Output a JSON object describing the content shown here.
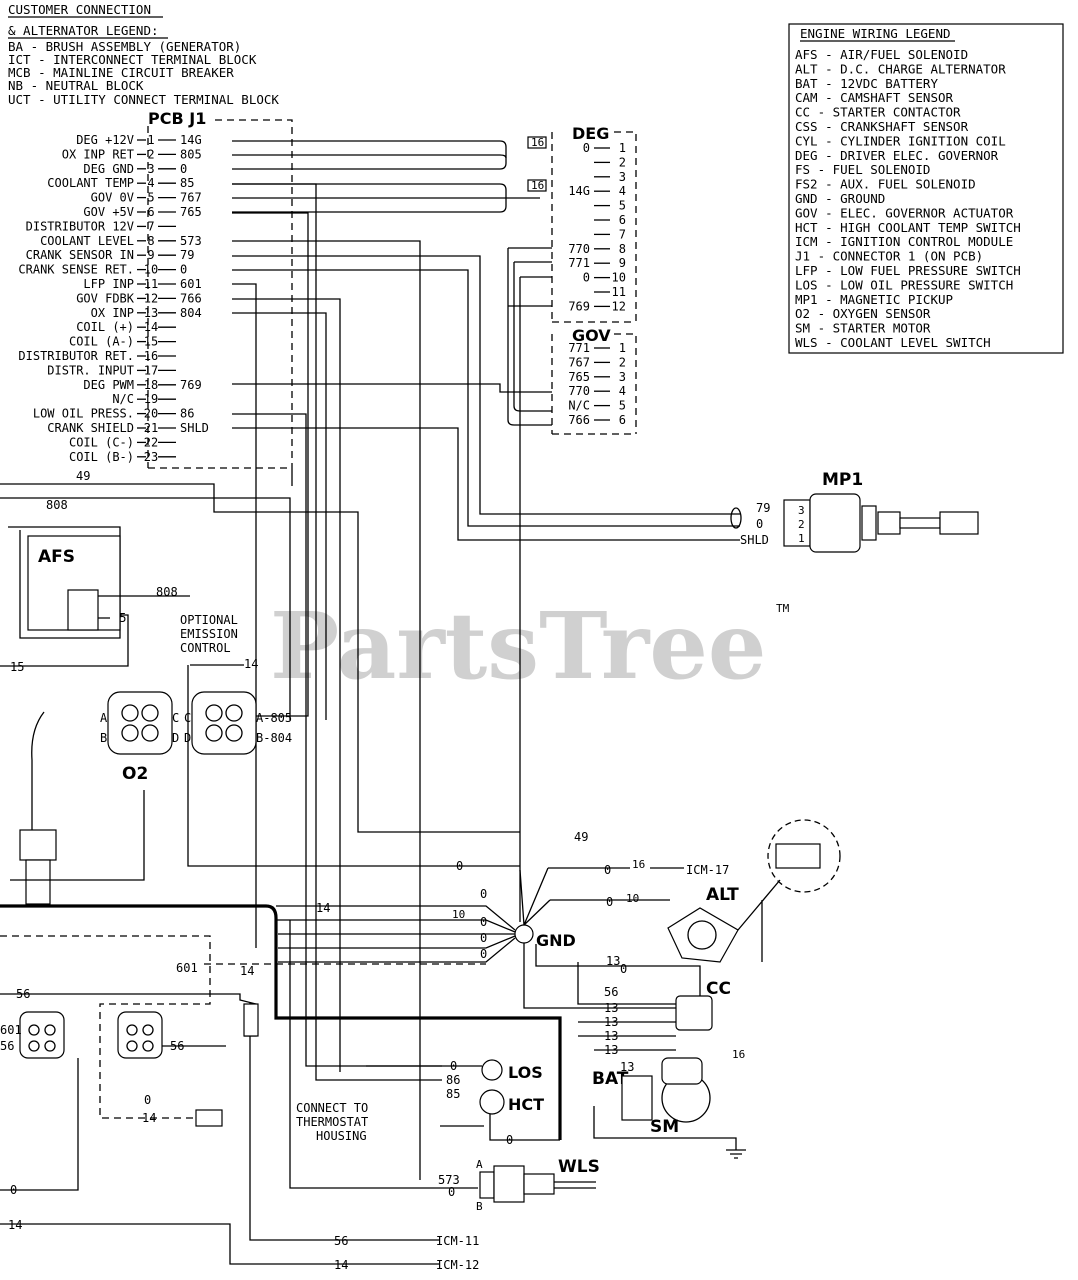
{
  "customer_legend": {
    "title_line1": "CUSTOMER CONNECTION",
    "title_line2": "& ALTERNATOR LEGEND:",
    "items": [
      "BA  - BRUSH ASSEMBLY (GENERATOR)",
      "ICT - INTERCONNECT TERMINAL BLOCK",
      "MCB - MAINLINE CIRCUIT BREAKER",
      "NB  - NEUTRAL BLOCK",
      "UCT - UTILITY CONNECT TERMINAL BLOCK"
    ]
  },
  "engine_legend": {
    "title": "ENGINE WIRING LEGEND",
    "items": [
      "AFS - AIR/FUEL SOLENOID",
      "ALT - D.C. CHARGE ALTERNATOR",
      "BAT - 12VDC BATTERY",
      "CAM - CAMSHAFT SENSOR",
      "CC  - STARTER CONTACTOR",
      "CSS - CRANKSHAFT SENSOR",
      "CYL - CYLINDER IGNITION COIL",
      "DEG - DRIVER ELEC. GOVERNOR",
      "FS  - FUEL SOLENOID",
      "FS2 - AUX. FUEL SOLENOID",
      "GND - GROUND",
      "GOV - ELEC. GOVERNOR ACTUATOR",
      "HCT - HIGH COOLANT TEMP SWITCH",
      "ICM - IGNITION CONTROL MODULE",
      "J1  - CONNECTOR 1 (ON PCB)",
      "LFP - LOW FUEL PRESSURE SWITCH",
      "LOS - LOW OIL PRESSURE SWITCH",
      "MP1 - MAGNETIC PICKUP",
      "O2  - OXYGEN SENSOR",
      "SM  - STARTER MOTOR",
      "WLS - COOLANT LEVEL SWITCH"
    ]
  },
  "pcb": {
    "title": "PCB J1",
    "pins": [
      {
        "label": "DEG +12V",
        "num": "1",
        "wire": "14G"
      },
      {
        "label": "OX INP RET",
        "num": "2",
        "wire": "805"
      },
      {
        "label": "DEG GND",
        "num": "3",
        "wire": "0"
      },
      {
        "label": "COOLANT TEMP",
        "num": "4",
        "wire": "85"
      },
      {
        "label": "GOV 0V",
        "num": "5",
        "wire": "767"
      },
      {
        "label": "GOV +5V",
        "num": "6",
        "wire": "765"
      },
      {
        "label": "DISTRIBUTOR 12V",
        "num": "7",
        "wire": ""
      },
      {
        "label": "COOLANT LEVEL",
        "num": "8",
        "wire": "573"
      },
      {
        "label": "CRANK SENSOR IN",
        "num": "9",
        "wire": "79"
      },
      {
        "label": "CRANK SENSE RET.",
        "num": "10",
        "wire": "0"
      },
      {
        "label": "LFP INP",
        "num": "11",
        "wire": "601"
      },
      {
        "label": "GOV FDBK",
        "num": "12",
        "wire": "766"
      },
      {
        "label": "OX INP",
        "num": "13",
        "wire": "804"
      },
      {
        "label": "COIL (+)",
        "num": "14",
        "wire": ""
      },
      {
        "label": "COIL (A-)",
        "num": "15",
        "wire": ""
      },
      {
        "label": "DISTRIBUTOR RET.",
        "num": "16",
        "wire": ""
      },
      {
        "label": "DISTR. INPUT",
        "num": "17",
        "wire": ""
      },
      {
        "label": "DEG PWM",
        "num": "18",
        "wire": "769"
      },
      {
        "label": "N/C",
        "num": "19",
        "wire": ""
      },
      {
        "label": "LOW OIL PRESS.",
        "num": "20",
        "wire": "86"
      },
      {
        "label": "CRANK SHIELD",
        "num": "21",
        "wire": "SHLD"
      },
      {
        "label": "COIL (C-)",
        "num": "22",
        "wire": ""
      },
      {
        "label": "COIL (B-)",
        "num": "23",
        "wire": ""
      }
    ]
  },
  "deg": {
    "title": "DEG",
    "pins": [
      {
        "num": "1",
        "wire": "0"
      },
      {
        "num": "2",
        "wire": ""
      },
      {
        "num": "3",
        "wire": ""
      },
      {
        "num": "4",
        "wire": "14G"
      },
      {
        "num": "5",
        "wire": ""
      },
      {
        "num": "6",
        "wire": ""
      },
      {
        "num": "7",
        "wire": ""
      },
      {
        "num": "8",
        "wire": "770"
      },
      {
        "num": "9",
        "wire": "771"
      },
      {
        "num": "10",
        "wire": "0"
      },
      {
        "num": "11",
        "wire": ""
      },
      {
        "num": "12",
        "wire": "769"
      }
    ]
  },
  "gov": {
    "title": "GOV",
    "pins": [
      {
        "num": "1",
        "wire": "771"
      },
      {
        "num": "2",
        "wire": "767"
      },
      {
        "num": "3",
        "wire": "765"
      },
      {
        "num": "4",
        "wire": "770"
      },
      {
        "num": "5",
        "wire": "N/C"
      },
      {
        "num": "6",
        "wire": "766"
      }
    ]
  },
  "gauge_tag": "16",
  "components": {
    "mp1": "MP1",
    "afs": "AFS",
    "o2": "O2",
    "alt": "ALT",
    "cc": "CC",
    "bat": "BAT",
    "sm": "SM",
    "gnd": "GND",
    "los": "LOS",
    "hct": "HCT",
    "wls": "WLS"
  },
  "optional": [
    "OPTIONAL",
    "EMISSION",
    "CONTROL"
  ],
  "thermostat_note": [
    "CONNECT TO",
    "THERMOSTAT",
    "HOUSING"
  ],
  "wires": {
    "w49": "49",
    "w808": "808",
    "w15": "15",
    "w14": "14",
    "w79": "79",
    "w0": "0",
    "shld": "SHLD",
    "a805": "A-805",
    "b804": "B-804",
    "w601": "601",
    "w56": "56",
    "w13": "13",
    "w10": "10",
    "w86": "86",
    "w85": "85",
    "w573": "573",
    "icm17": "ICM-17",
    "icm11": "ICM-11",
    "icm12": "ICM-12",
    "pinA": "A",
    "pinB": "B",
    "pinC": "C",
    "pinD": "D",
    "mp1_1": "1",
    "mp1_2": "2",
    "mp1_3": "3"
  },
  "watermark": "PartsTree",
  "trademark": "TM"
}
